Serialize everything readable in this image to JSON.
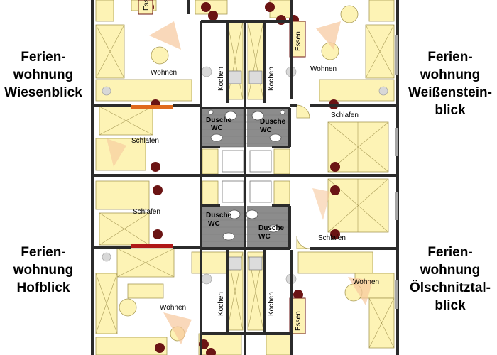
{
  "apartments": {
    "top_left": {
      "line1": "Ferien-",
      "line2": "wohnung",
      "line3": "Wiesenblick"
    },
    "top_right": {
      "line1": "Ferien-",
      "line2": "wohnung",
      "line3": "Weißenstein-",
      "line4": "blick"
    },
    "bottom_left": {
      "line1": "Ferien-",
      "line2": "wohnung",
      "line3": "Hofblick"
    },
    "bottom_right": {
      "line1": "Ferien-",
      "line2": "wohnung",
      "line3": "Ölschnitztal-",
      "line4": "blick"
    }
  },
  "rooms": {
    "wohnen": "Wohnen",
    "schlafen": "Schlafen",
    "kochen": "Kochen",
    "essen": "Essen",
    "dusche": "Dusche",
    "wc": "WC"
  },
  "colors": {
    "wall": "#2b2b2b",
    "furniture": "#fdf3b5",
    "furniture_stroke": "#a89a55",
    "chair": "#6b1414",
    "bath_floor": "#8c8c8c",
    "radiator_orange": "#e06a1c",
    "radiator_red": "#b01818",
    "window_grey": "#a6a6a6"
  }
}
